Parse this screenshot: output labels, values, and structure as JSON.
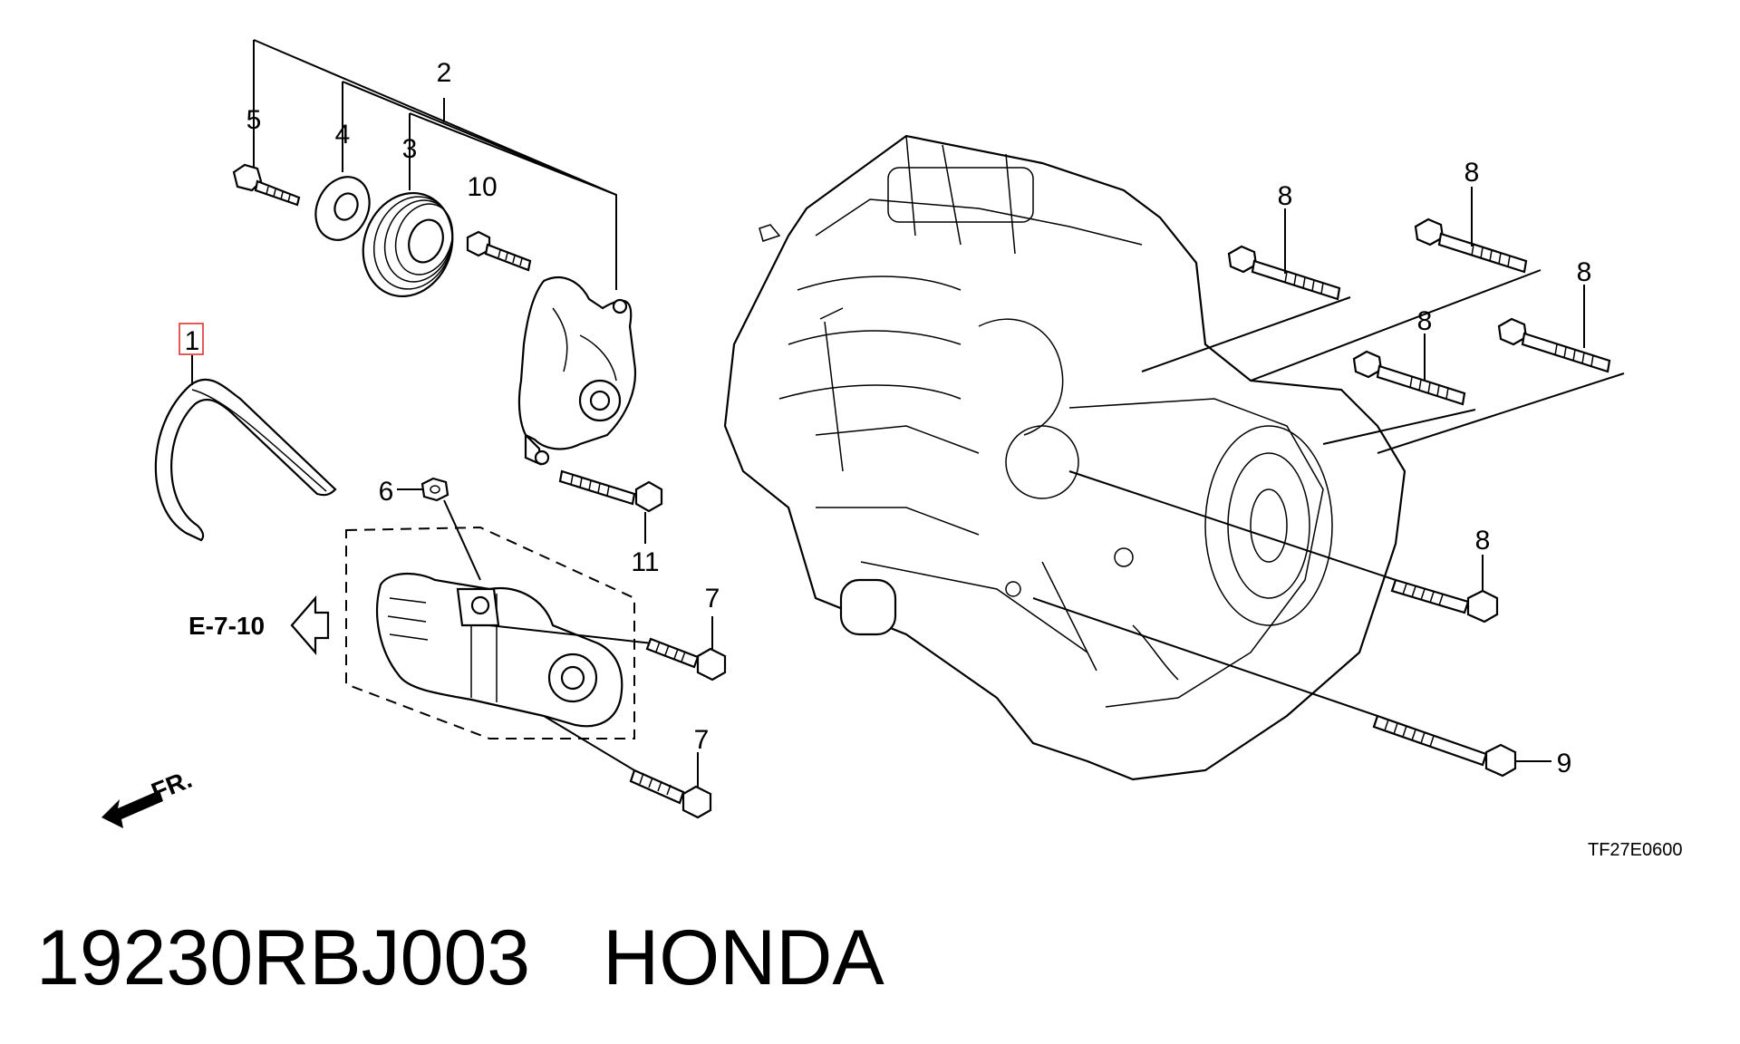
{
  "callouts": {
    "c1": "1",
    "c2": "2",
    "c3": "3",
    "c4": "4",
    "c5": "5",
    "c6": "6",
    "c7a": "7",
    "c7b": "7",
    "c8a": "8",
    "c8b": "8",
    "c8c": "8",
    "c8d": "8",
    "c8e": "8",
    "c9": "9",
    "c10": "10",
    "c11": "11"
  },
  "section_ref": "E-7-10",
  "direction_label": "FR.",
  "diagram_code": "TF27E0600",
  "part_number": "19230RBJ003",
  "brand": "HONDA",
  "colors": {
    "line": "#000000",
    "highlight": "#e03030"
  }
}
